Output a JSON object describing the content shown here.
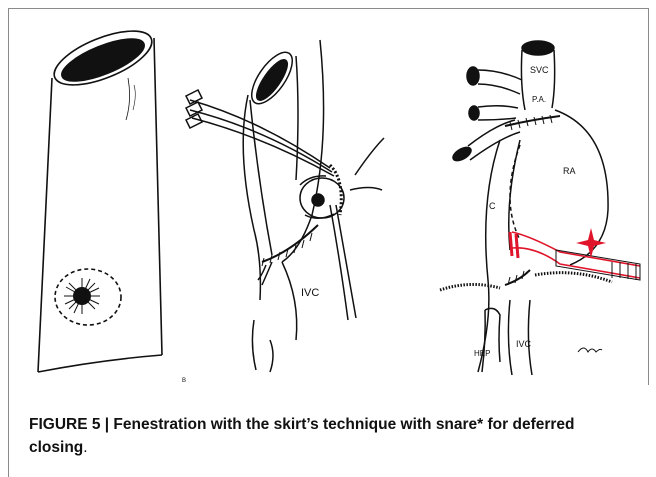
{
  "figure": {
    "caption_label": "FIGURE 5 | Fenestration with the skirt’s technique with snare* for deferred closing",
    "caption_end": ".",
    "panel_b": {
      "label_ivc": "IVC",
      "corner_mark": "B"
    },
    "panel_c": {
      "label_svc": "SVC",
      "label_pa": "P.A.",
      "label_ra": "RA",
      "label_c": "C",
      "label_hep": "HEP",
      "label_ivc": "IVC",
      "snare_color": "#e0152b",
      "signature": "sign"
    }
  }
}
